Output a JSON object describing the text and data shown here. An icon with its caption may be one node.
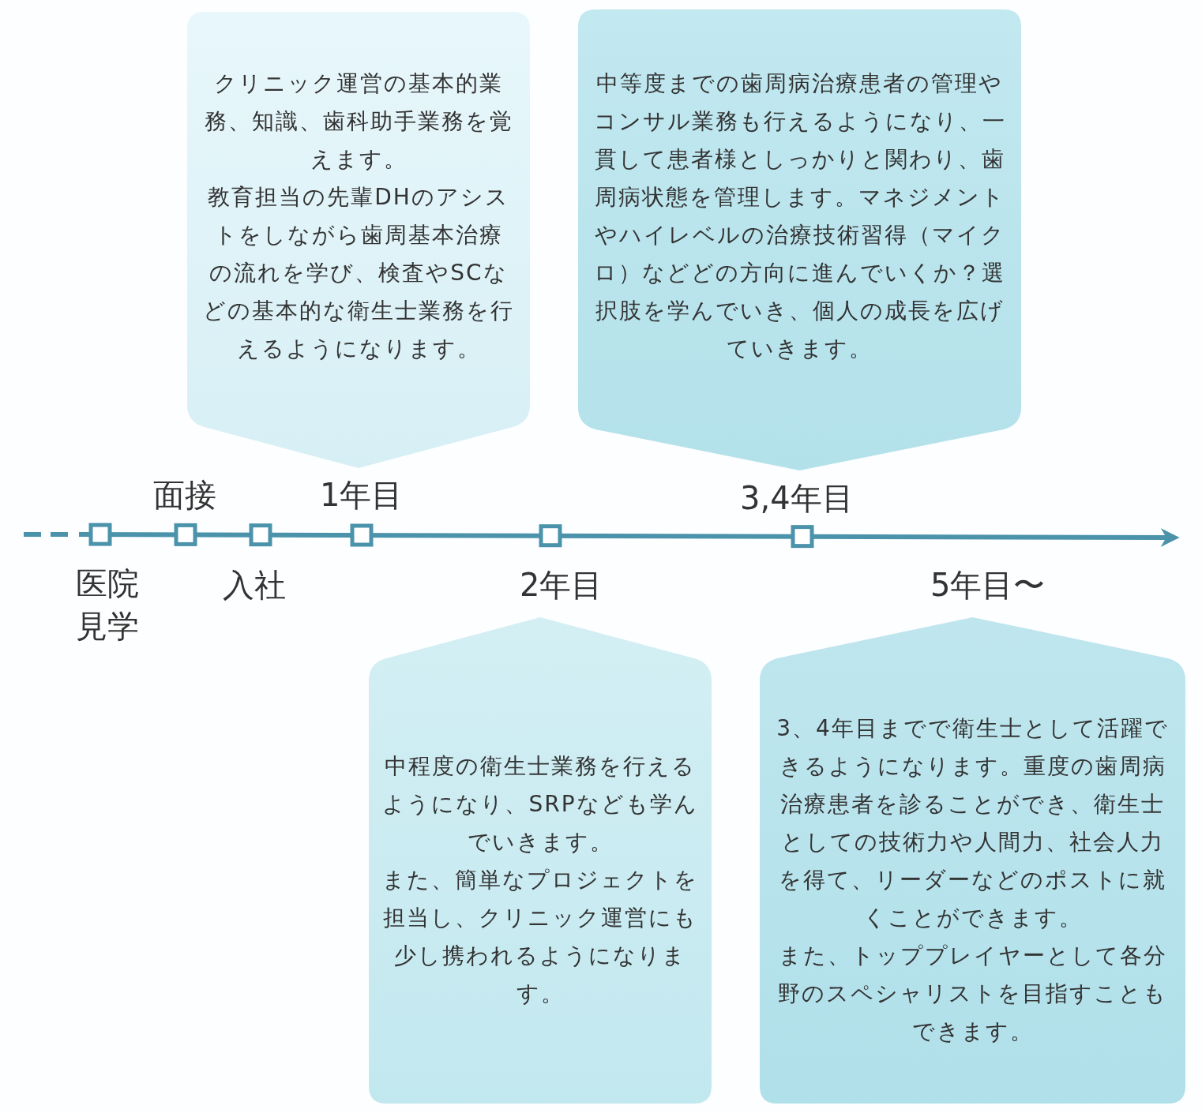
{
  "diagram": {
    "nodes": [
      {
        "text": [
          "クリニック運営の基本的業務、知識、歯科助手業務を覚えます。",
          "教育担当の先輩DHのアシストをしながら歯周基本治療の流れを学び、検査やSCなどの基本的な衛生士業務を行えるようになります。"
        ]
      },
      {
        "text": [
          "中等度までの歯周病治療患者の管理やコンサル業務も行えるようになり、一貫して患者様としっかりと関わり、歯周病状態を管理します。マネジメントやハイレベルの治療技術習得（マイクロ）などどの方向に進んでいくか？選択肢を学んでいき、個人の成長を広げていきます。"
        ]
      },
      {
        "text": [
          "中程度の衛生士業務を行えるようになり、SRPなども学んでいきます。",
          "また、簡単なプロジェクトを担当し、クリニック運営にも少し携われるようになります。"
        ]
      },
      {
        "text": [
          "3、4年目までで衛生士として活躍できるようになります。重度の歯周病治療患者を診ることができ、衛生士としての技術力や人間力、社会人力を得て、リーダーなどのポストに就くことができます。",
          "また、トッププレイヤーとして各分野のスペシャリストを目指すこともできます。"
        ]
      }
    ],
    "labels": [
      "面接",
      "1年目",
      "3,4年目",
      "医院見学",
      "入社",
      "2年目",
      "5年目〜"
    ]
  }
}
